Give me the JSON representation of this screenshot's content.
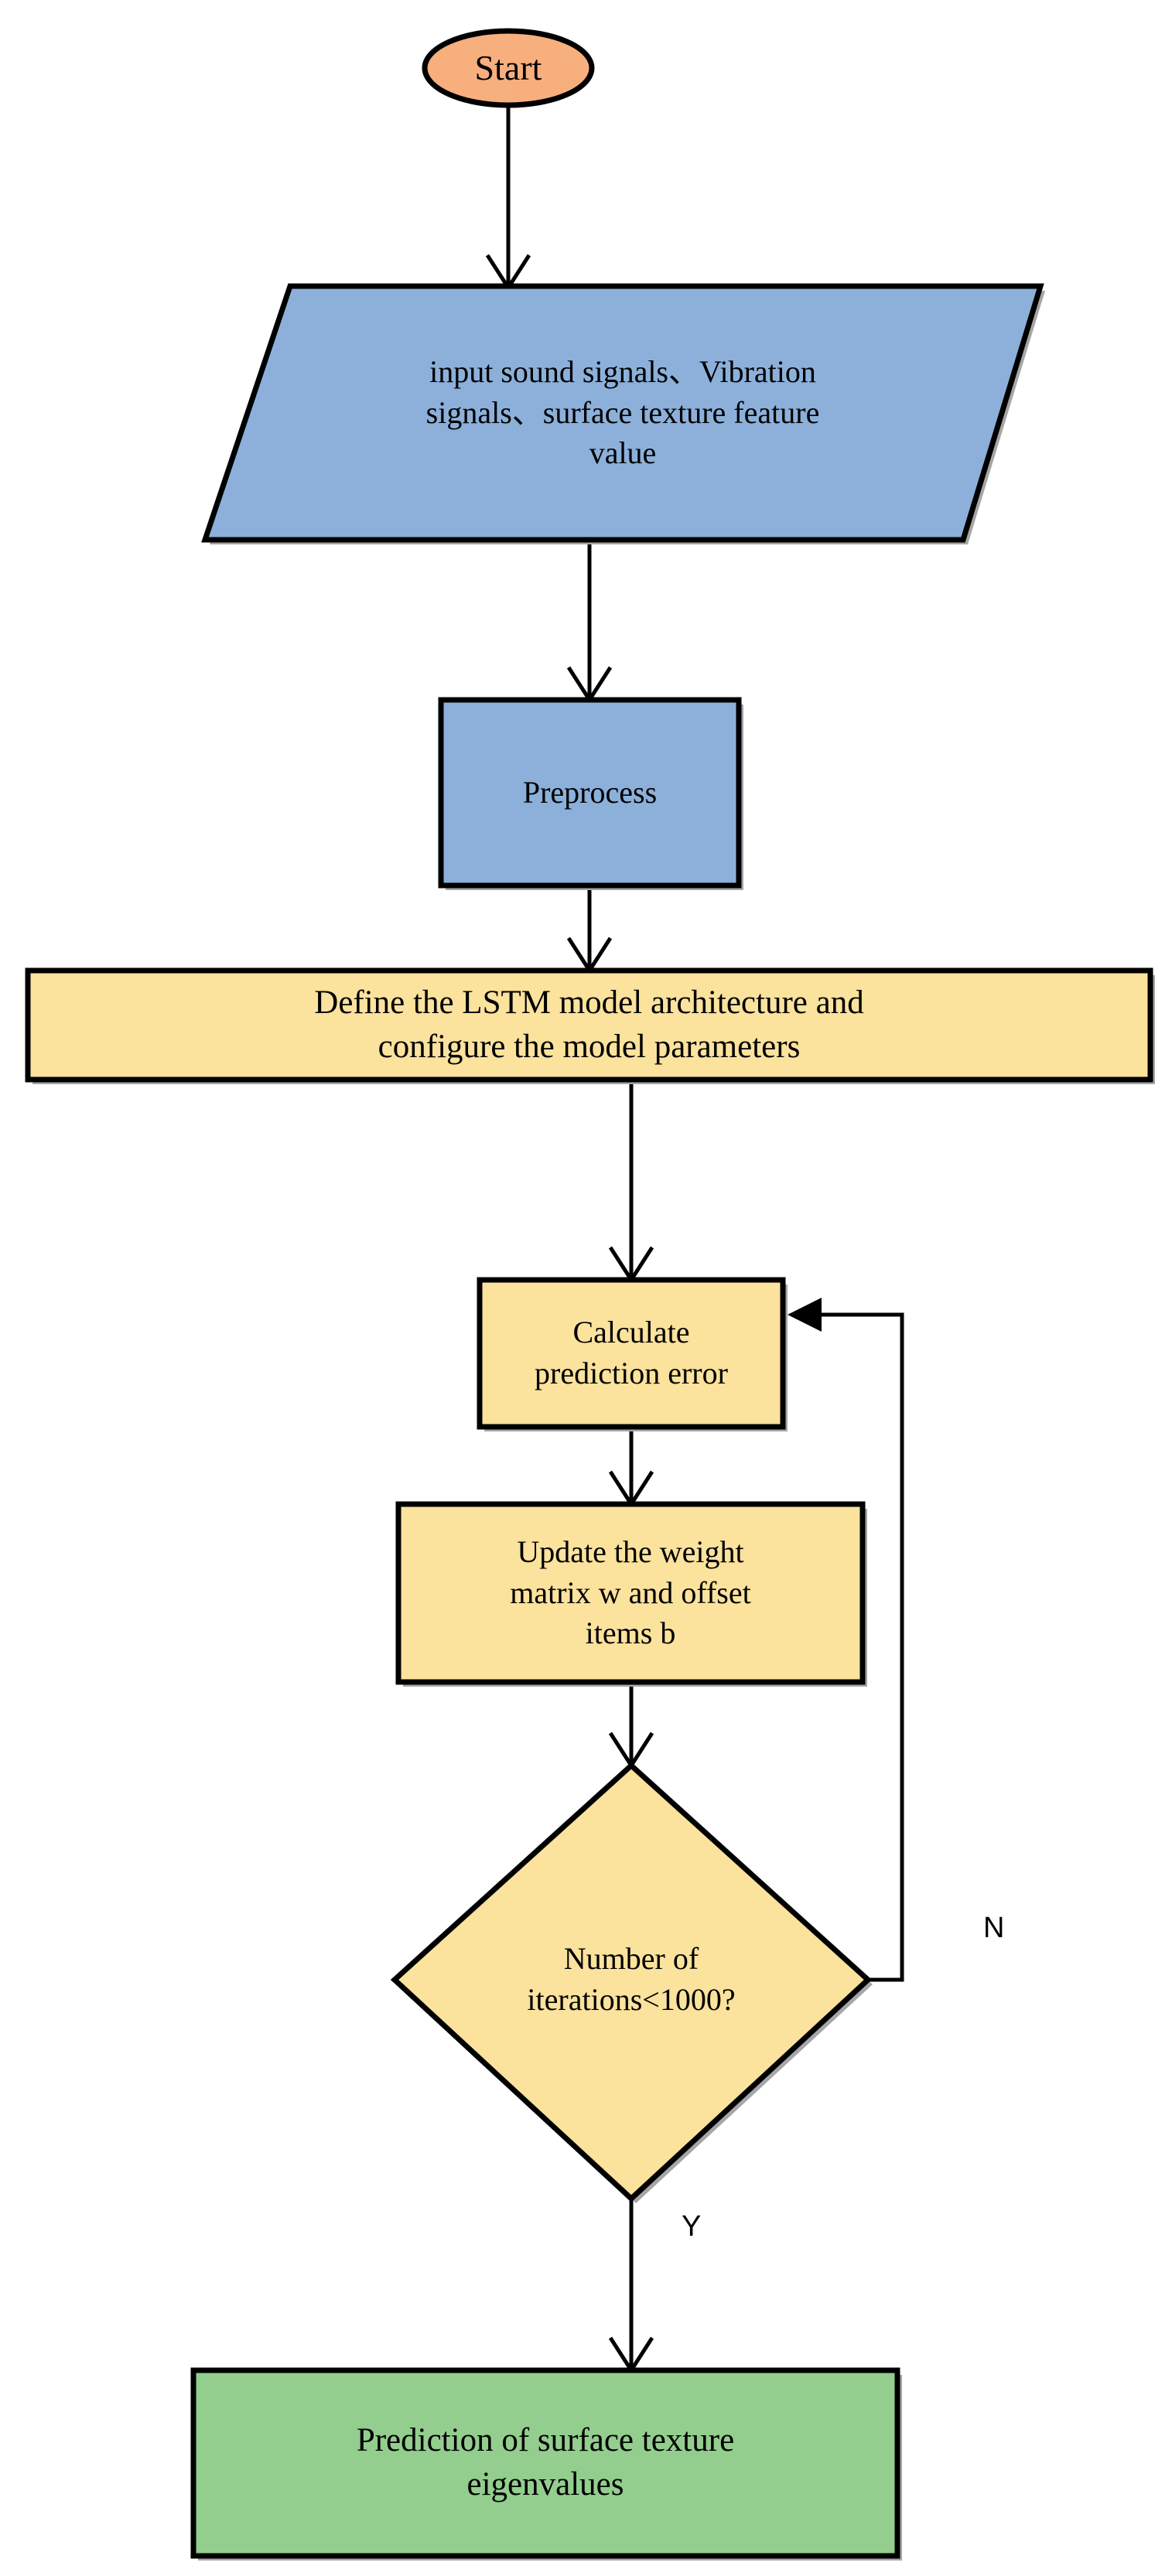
{
  "diagram": {
    "title": "LSTM surface texture prediction flowchart",
    "type": "flowchart",
    "colors": {
      "start_fill": "#F7AF7E",
      "input_fill": "#8CB0DA",
      "preprocess_fill": "#8CB0DA",
      "process_fill": "#FBE29D",
      "decision_fill": "#FBE29D",
      "output_fill": "#93CE8E",
      "stroke": "#000000",
      "shadow": "#A6A6A6",
      "background": "#FFFFFF"
    },
    "nodes": [
      {
        "id": "start",
        "shape": "ellipse",
        "label": "Start",
        "font_size": 46
      },
      {
        "id": "input-signals",
        "shape": "parallelogram",
        "label": "input sound signals、Vibration\nsignals、surface texture feature\nvalue",
        "font_size": 40
      },
      {
        "id": "preprocess",
        "shape": "rectangle",
        "label": "Preprocess",
        "font_size": 40
      },
      {
        "id": "define-lstm",
        "shape": "rectangle",
        "label": "Define the LSTM model architecture and\nconfigure the model parameters",
        "font_size": 43
      },
      {
        "id": "calculate-error",
        "shape": "rectangle",
        "label": "Calculate\nprediction error",
        "font_size": 40
      },
      {
        "id": "update-weights",
        "shape": "rectangle",
        "label": "Update the weight\nmatrix w and offset\nitems b",
        "font_size": 40
      },
      {
        "id": "iteration-check",
        "shape": "diamond",
        "label": "Number of\niterations<1000?",
        "font_size": 40
      },
      {
        "id": "prediction-output",
        "shape": "rectangle",
        "label": "Prediction of surface texture\neigenvalues",
        "font_size": 43
      }
    ],
    "edges": [
      {
        "id": "start-to-input",
        "from": "start",
        "to": "input-signals",
        "label": ""
      },
      {
        "id": "input-to-preprocess",
        "from": "input-signals",
        "to": "preprocess",
        "label": ""
      },
      {
        "id": "preprocess-to-define",
        "from": "preprocess",
        "to": "define-lstm",
        "label": ""
      },
      {
        "id": "define-to-calculate",
        "from": "define-lstm",
        "to": "calculate-error",
        "label": ""
      },
      {
        "id": "calculate-to-update",
        "from": "calculate-error",
        "to": "update-weights",
        "label": ""
      },
      {
        "id": "update-to-decision",
        "from": "update-weights",
        "to": "iteration-check",
        "label": ""
      },
      {
        "id": "decision-no-loop",
        "from": "iteration-check",
        "to": "calculate-error",
        "label": "N"
      },
      {
        "id": "decision-yes",
        "from": "iteration-check",
        "to": "prediction-output",
        "label": "Y"
      }
    ],
    "branch_labels": {
      "no": "N",
      "yes": "Y"
    }
  }
}
